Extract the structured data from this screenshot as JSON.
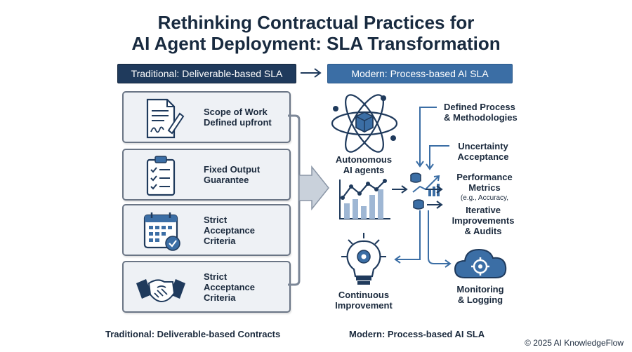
{
  "title": {
    "line1": "Rethinking Contractual Practices for",
    "line2": "AI Agent Deployment: SLA Transformation"
  },
  "banners": {
    "left": "Traditional: Deliverable-based SLA",
    "right": "Modern: Process-based AI SLA"
  },
  "traditional": {
    "items": [
      {
        "line1": "Scope of Work",
        "line2": "Defined upfront",
        "line3": "",
        "icon": "document-signature-icon"
      },
      {
        "line1": "Fixed Output",
        "line2": "Guarantee",
        "line3": "",
        "icon": "checklist-clipboard-icon"
      },
      {
        "line1": "Strict",
        "line2": "Acceptance",
        "line3": "Criteria",
        "icon": "calendar-check-icon"
      },
      {
        "line1": "Strict",
        "line2": "Acceptance",
        "line3": "Criteria",
        "icon": "handshake-icon"
      }
    ]
  },
  "modern": {
    "autonomous": {
      "line1": "Autonomous",
      "line2": "AI agents"
    },
    "defined_process": {
      "line1": "Defined Process",
      "line2": "& Methodologies"
    },
    "uncertainty": {
      "line1": "Uncertainty",
      "line2": "Acceptance"
    },
    "performance": {
      "line1": "Performance",
      "line2": "Metrics",
      "line3": "(e.g., Accuracy,"
    },
    "iterative": {
      "line1": "Iterative",
      "line2": "Improvements",
      "line3": "& Audits"
    },
    "continuous": {
      "line1": "Continuous",
      "line2": "Improvement"
    },
    "monitoring": {
      "line1": "Monitoring",
      "line2": "& Logging"
    }
  },
  "footer": {
    "left": "Traditional: Deliverable-based Contracts",
    "right": "Modern: Process-based AI SLA",
    "copyright": "© 2025 AI KnowledgeFlow"
  },
  "colors": {
    "navy": "#1f3a5c",
    "blue": "#3b6ea5",
    "panel_bg": "#eef1f5"
  }
}
